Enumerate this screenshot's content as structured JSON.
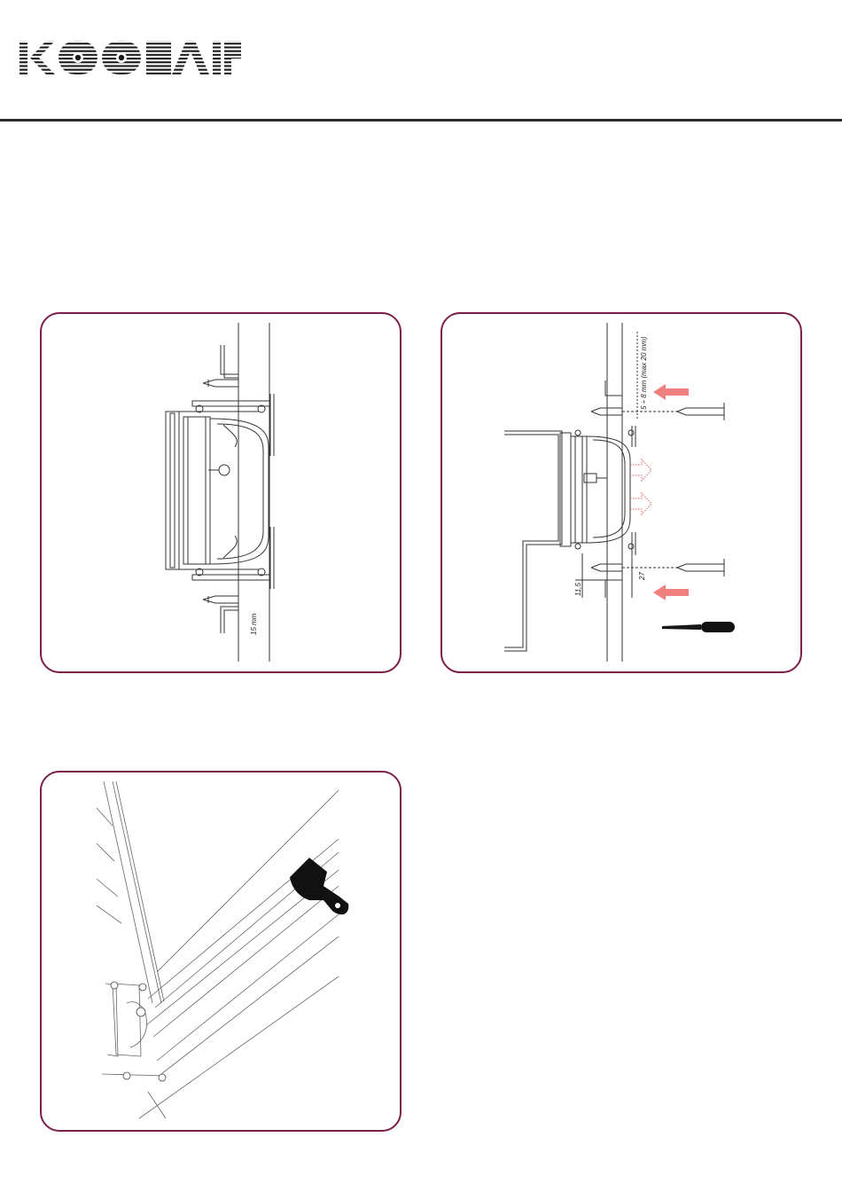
{
  "brand": {
    "logo_text": "KOOAIR"
  },
  "panels": {
    "p1": {
      "dim_15": "15 mm"
    },
    "p2": {
      "dim_gap": "5 ÷ 8 mm (max 20 mm)",
      "dim_11": "11,5",
      "dim_27": "27"
    }
  },
  "colors": {
    "frame": "#7a1e4a",
    "arrow": "#f07f7f",
    "line": "#333333"
  },
  "icons": [
    "screwdriver-icon",
    "scraper-icon"
  ]
}
